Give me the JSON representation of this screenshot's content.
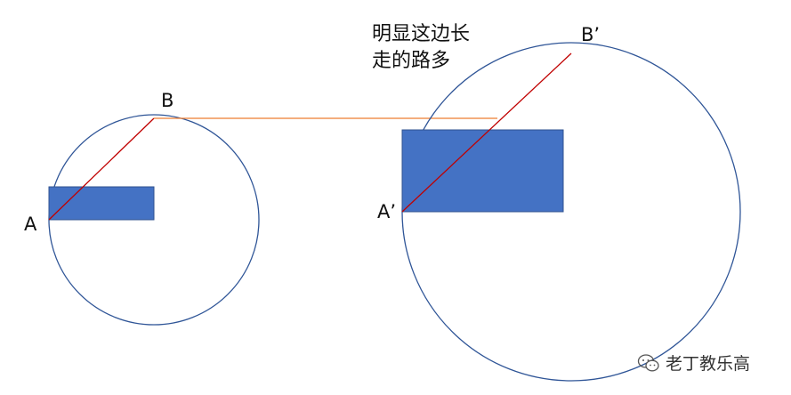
{
  "labels": {
    "A": "A",
    "B": "B",
    "A_prime": "A’",
    "B_prime": "B’"
  },
  "annotation": {
    "line1": "明显这边长",
    "line2": "走的路多"
  },
  "watermark": {
    "text": "老丁教乐高",
    "icon": "wechat-icon"
  },
  "colors": {
    "circle_stroke": "#2f5597",
    "rect_fill": "#4472c4",
    "rect_stroke": "#2f528f",
    "radius_line": "#c00000",
    "connector_line": "#ed7d31"
  }
}
